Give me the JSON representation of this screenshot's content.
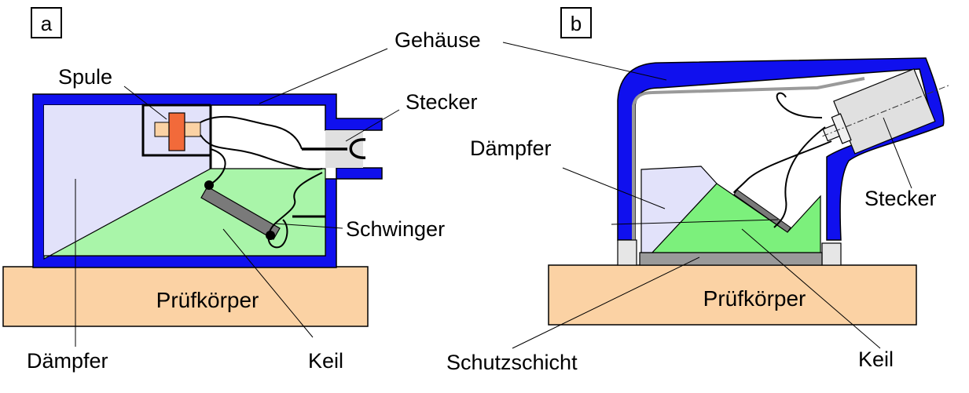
{
  "panels": [
    {
      "id": "a",
      "label": "a",
      "labels": {
        "gehaeuse": "Gehäuse",
        "spule": "Spule",
        "stecker": "Stecker",
        "schwinger": "Schwinger",
        "daempfer": "Dämpfer",
        "keil": "Keil",
        "pruefkoerper": "Prüfkörper"
      }
    },
    {
      "id": "b",
      "label": "b",
      "labels": {
        "daempfer": "Dämpfer",
        "stecker": "Stecker",
        "pruefkoerper": "Prüfkörper",
        "schutzschicht": "Schutzschicht",
        "keil": "Keil"
      }
    }
  ],
  "colors": {
    "gehaeuse": "#1010ee",
    "daempfer": "#e2e2fa",
    "keil": "#a9f5a9",
    "keil_b": "#7cf07c",
    "pruefkoerper": "#fbd2a4",
    "spule_coil": "#f26a3a",
    "spule_core": "#fbd2a4",
    "schwinger": "#7a7a7a",
    "stecker": "#e0e0e0",
    "schutzschicht": "#9a9a9a"
  }
}
